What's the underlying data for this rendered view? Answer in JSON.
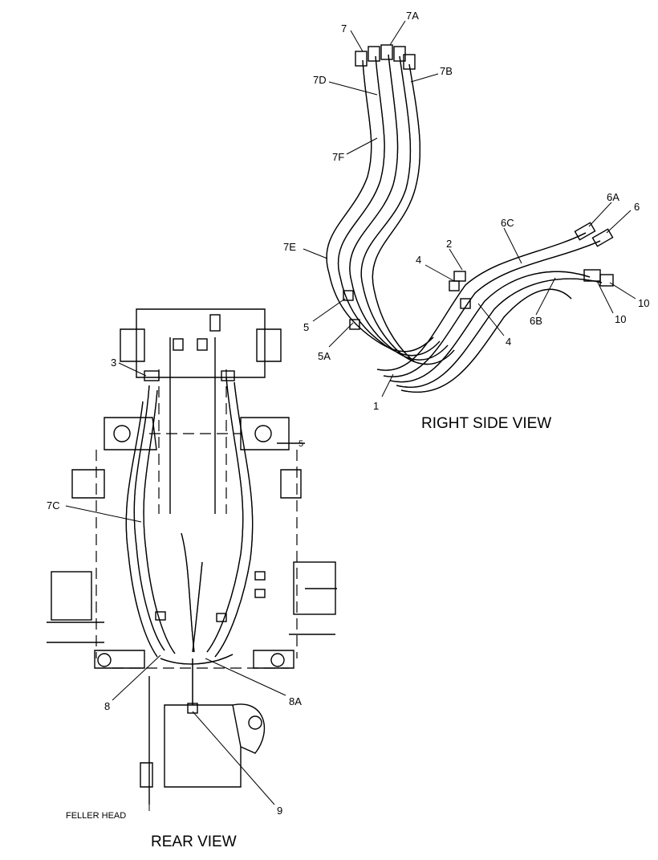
{
  "captions": {
    "right_side_view": "RIGHT SIDE VIEW",
    "rear_view": "REAR VIEW",
    "feller_head": "FELLER HEAD"
  },
  "callouts": {
    "c7": "7",
    "c7a": "7A",
    "c7b": "7B",
    "c7d": "7D",
    "c7f": "7F",
    "c7e": "7E",
    "c2": "2",
    "c4a": "4",
    "c4b": "4",
    "c5": "5",
    "c5a": "5A",
    "c1": "1",
    "c6a": "6A",
    "c6": "6",
    "c6c": "6C",
    "c6b": "6B",
    "c10a": "10",
    "c10b": "10",
    "c3": "3",
    "c7c": "7C",
    "c8": "8",
    "c8a": "8A",
    "c9": "9"
  }
}
